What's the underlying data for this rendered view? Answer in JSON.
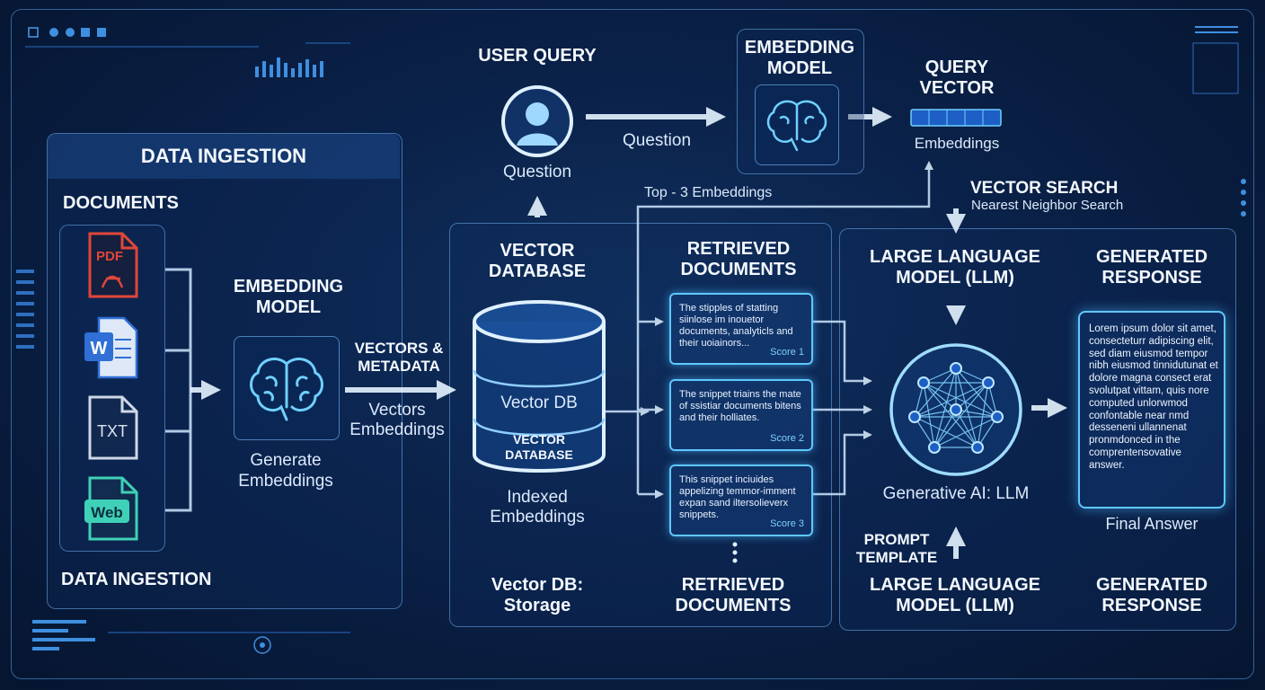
{
  "ingestion": {
    "title": "DATA INGESTION",
    "documents_label": "DOCUMENTS",
    "footer": "DATA INGESTION",
    "doc_types": [
      "PDF",
      "W",
      "TXT",
      "Web"
    ]
  },
  "embed_left": {
    "title_l1": "EMBEDDING",
    "title_l2": "MODEL",
    "caption_l1": "Generate",
    "caption_l2": "Embeddings"
  },
  "vectors_meta": {
    "title_l1": "VECTORS &",
    "title_l2": "METADATA",
    "caption_l1": "Vectors",
    "caption_l2": "Embeddings"
  },
  "user_query": {
    "title": "USER QUERY",
    "caption": "Question",
    "arrow_label": "Question"
  },
  "embed_top": {
    "title_l1": "EMBEDDING",
    "title_l2": "MODEL"
  },
  "query_vector": {
    "title_l1": "QUERY",
    "title_l2": "VECTOR",
    "caption": "Embeddings"
  },
  "vector_search": {
    "title": "VECTOR SEARCH",
    "caption": "Nearest Neighbor Search"
  },
  "top3_label": "Top - 3 Embeddings",
  "vector_db": {
    "title_l1": "VECTOR",
    "title_l2": "DATABASE",
    "cylinder_label": "Vector DB",
    "cylinder_sub_l1": "VECTOR",
    "cylinder_sub_l2": "DATABASE",
    "caption_l1": "Indexed",
    "caption_l2": "Embeddings",
    "footer_l1": "Vector DB:",
    "footer_l2": "Storage"
  },
  "retrieved": {
    "title_l1": "RETRIEVED",
    "title_l2": "DOCUMENTS",
    "footer_l1": "RETRIEVED",
    "footer_l2": "DOCUMENTS",
    "snippets": [
      {
        "text": "The stipples of statting siinlose im inouetor documents, analyticls and their uoiainors...",
        "score": "Score 1"
      },
      {
        "text": "The snippet triains the mate of ssistiar documents bitens and their holliates.",
        "score": "Score 2"
      },
      {
        "text": "This snippet inciuides appelizing temmor-imment expan sand iltersolieverx snippets.",
        "score": "Score 3"
      }
    ]
  },
  "llm": {
    "title_l1": "LARGE LANGUAGE",
    "title_l2": "MODEL (LLM)",
    "caption": "Generative AI: LLM",
    "prompt_l1": "PROMPT",
    "prompt_l2": "TEMPLATE",
    "footer_l1": "LARGE LANGUAGE",
    "footer_l2": "MODEL (LLM)"
  },
  "response": {
    "title_l1": "GENERATED",
    "title_l2": "RESPONSE",
    "answer_text": "Lorem ipsum dolor sit amet, consecteturr adipiscing elit, sed diam eiusmod tempor nibh eiusmod tinnidutunat et dolore magna consect erat svolutpat vittam, quis nore computed unlorwmod confontable near nmd desseneni ullannenat pronmdonced in the comprentensovative answer.",
    "caption": "Final Answer",
    "footer_l1": "GENERATED",
    "footer_l2": "RESPONSE"
  },
  "colors": {
    "accent": "#5fc8ff",
    "background": "#0a2148",
    "pdf": "#e0463a",
    "word": "#2f6fd6",
    "web": "#3fd1b8"
  }
}
